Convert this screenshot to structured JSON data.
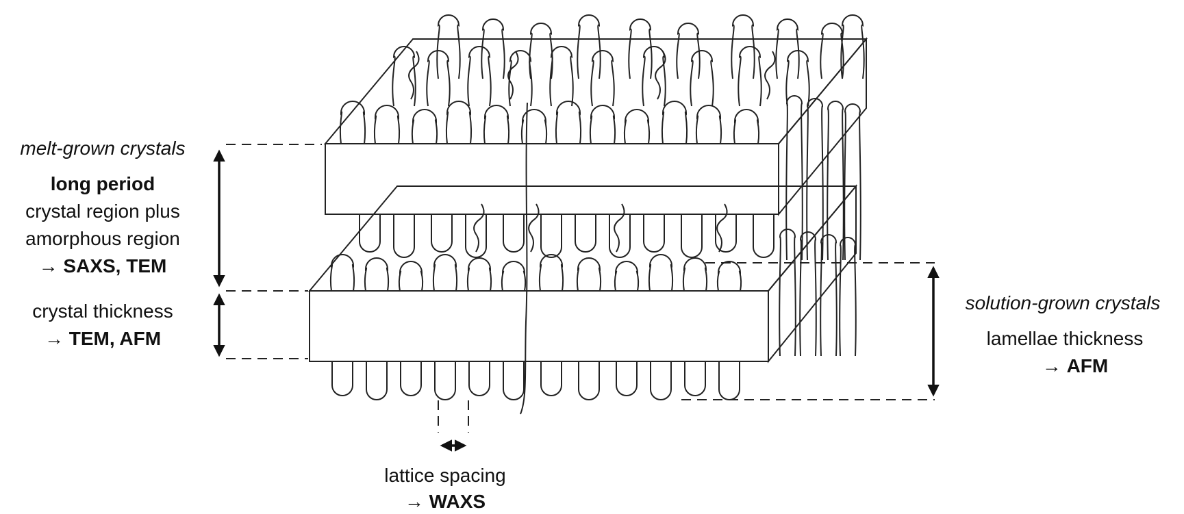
{
  "left": {
    "heading": "melt-grown crystals",
    "long_period": "long period",
    "line1": "crystal region plus",
    "line2": "amorphous region",
    "arrow": "→",
    "methods1": "SAXS, TEM",
    "crystal_thickness": "crystal thickness",
    "methods2": "TEM, AFM"
  },
  "bottom": {
    "lattice_spacing": "lattice spacing",
    "arrow": "→",
    "method": "WAXS"
  },
  "right": {
    "heading": "solution-grown crystals",
    "lamellae_thickness": "lamellae thickness",
    "arrow": "→",
    "method": "AFM"
  }
}
